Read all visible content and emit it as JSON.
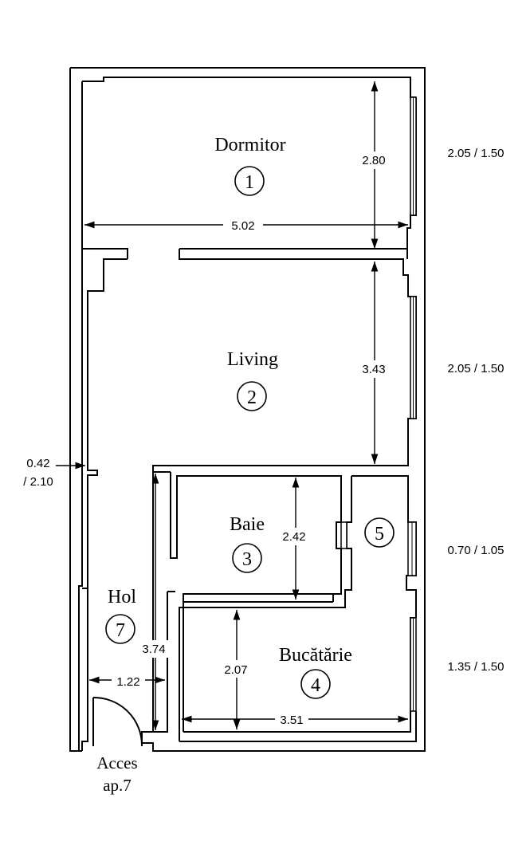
{
  "rooms": [
    {
      "name": "Dormitor",
      "number": "1"
    },
    {
      "name": "Living",
      "number": "2"
    },
    {
      "name": "Baie",
      "number": "3"
    },
    {
      "name": "Bucătărie",
      "number": "4"
    },
    {
      "name": "",
      "number": "5"
    },
    {
      "name": "Hol",
      "number": "7"
    }
  ],
  "dimensions": {
    "dormitor_width": "5.02",
    "dormitor_depth": "2.80",
    "living_depth": "3.43",
    "baie_depth": "2.42",
    "bucatarie_depth": "2.07",
    "bucatarie_width": "3.51",
    "hol_width": "1.22",
    "hol_length": "3.74"
  },
  "windows": {
    "dormitor": "2.05 / 1.50",
    "living": "2.05 / 1.50",
    "room5": "0.70 / 1.05",
    "bucatarie": "1.35 / 1.50",
    "hol_door_line1": "0.42",
    "hol_door_line2": "/ 2.10"
  },
  "access": {
    "line1": "Acces",
    "line2": "ap.7"
  }
}
